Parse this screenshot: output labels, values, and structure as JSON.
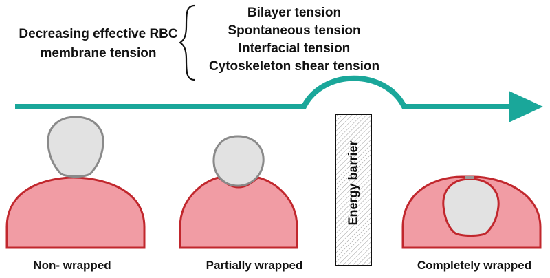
{
  "left_label": {
    "line1": "Decreasing effective RBC",
    "line2": "membrane tension"
  },
  "tensions": [
    "Bilayer tension",
    "Spontaneous tension",
    "Interfacial tension",
    "Cytoskeleton shear tension"
  ],
  "barrier_label": "Energy barrier",
  "stages": {
    "non_wrapped": "Non- wrapped",
    "partially_wrapped": "Partially wrapped",
    "completely_wrapped": "Completely wrapped"
  },
  "colors": {
    "arrow": "#1aa79a",
    "membrane_fill": "#f19ca4",
    "membrane_stroke": "#c1272d",
    "particle_fill": "#e2e2e2",
    "particle_stroke": "#8a8a8a"
  }
}
